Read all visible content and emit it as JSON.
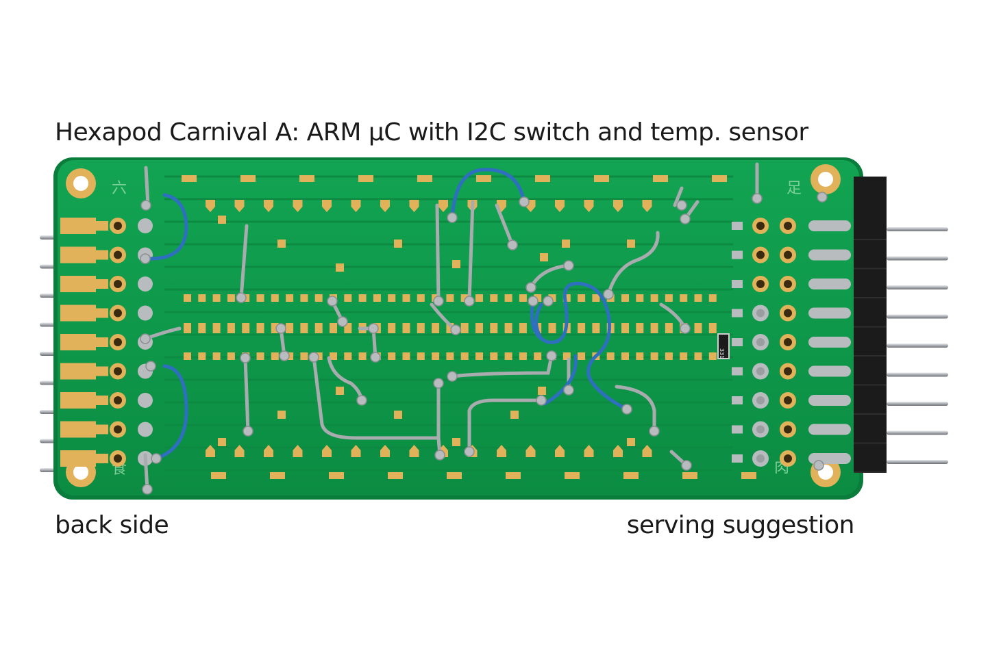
{
  "photo": {
    "title": "Hexapod Carnival A:  ARM µC with I2C switch and temp. sensor",
    "caption_left": "back side",
    "caption_right": "serving suggestion",
    "board_marks": [
      "六",
      "足",
      "食",
      "肉"
    ],
    "resistor_code": "331",
    "pin_count_per_side": 9,
    "colors": {
      "pcb": "#0e9a4a",
      "pad": "#e2b25a",
      "wire": "#2f6fbf",
      "header": "#1b1b1b",
      "pin": "#b9bcc0"
    }
  }
}
